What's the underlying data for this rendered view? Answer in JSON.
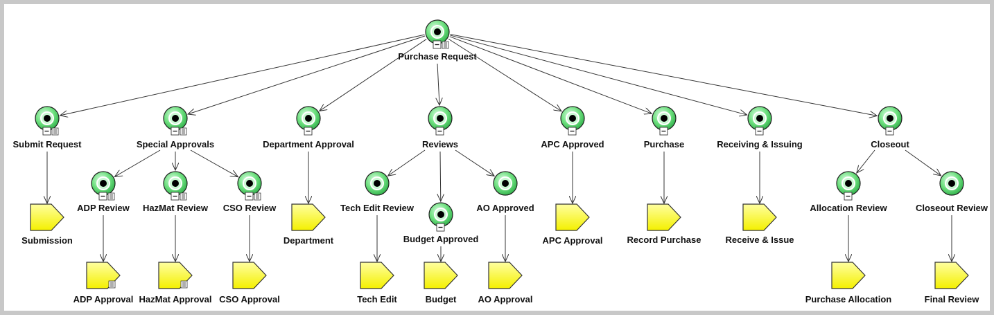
{
  "colors": {
    "node_green": "#4fd36a",
    "node_green_light": "#c9f7d2",
    "node_ring": "#1e1e1e",
    "doc_yellow": "#ffff4d",
    "doc_border": "#333333",
    "edge": "#333333",
    "frame": "#c8c8c8"
  },
  "nodes": [
    {
      "id": "purchase_request",
      "label": "Purchase Request",
      "kind": "state",
      "minus": true,
      "badge": true
    },
    {
      "id": "submit_request",
      "label": "Submit Request",
      "kind": "state",
      "minus": true,
      "badge": true
    },
    {
      "id": "special_approvals",
      "label": "Special Approvals",
      "kind": "state",
      "minus": true,
      "badge": true
    },
    {
      "id": "department_approval",
      "label": "Department Approval",
      "kind": "state",
      "minus": true,
      "badge": false
    },
    {
      "id": "reviews",
      "label": "Reviews",
      "kind": "state",
      "minus": true,
      "badge": false
    },
    {
      "id": "apc_approved",
      "label": "APC Approved",
      "kind": "state",
      "minus": true,
      "badge": false
    },
    {
      "id": "purchase",
      "label": "Purchase",
      "kind": "state",
      "minus": true,
      "badge": false
    },
    {
      "id": "receiving_issuing",
      "label": "Receiving & Issuing",
      "kind": "state",
      "minus": true,
      "badge": false
    },
    {
      "id": "closeout",
      "label": "Closeout",
      "kind": "state",
      "minus": true,
      "badge": false
    },
    {
      "id": "adp_review",
      "label": "ADP Review",
      "kind": "state",
      "minus": true,
      "badge": true
    },
    {
      "id": "hazmat_review",
      "label": "HazMat Review",
      "kind": "state",
      "minus": true,
      "badge": true
    },
    {
      "id": "cso_review",
      "label": "CSO Review",
      "kind": "state",
      "minus": true,
      "badge": true
    },
    {
      "id": "tech_edit_review",
      "label": "Tech Edit Review",
      "kind": "state",
      "minus": false,
      "badge": false
    },
    {
      "id": "budget_approved",
      "label": "Budget Approved",
      "kind": "state",
      "minus": true,
      "badge": false
    },
    {
      "id": "ao_approved",
      "label": "AO Approved",
      "kind": "state",
      "minus": false,
      "badge": false
    },
    {
      "id": "allocation_review",
      "label": "Allocation Review",
      "kind": "state",
      "minus": true,
      "badge": false
    },
    {
      "id": "closeout_review",
      "label": "Closeout Review",
      "kind": "state",
      "minus": false,
      "badge": false
    },
    {
      "id": "submission",
      "label": "Submission",
      "kind": "doc",
      "badge": false
    },
    {
      "id": "department",
      "label": "Department",
      "kind": "doc",
      "badge": false
    },
    {
      "id": "apc_approval",
      "label": "APC Approval",
      "kind": "doc",
      "badge": false
    },
    {
      "id": "record_purchase",
      "label": "Record Purchase",
      "kind": "doc",
      "badge": false
    },
    {
      "id": "receive_issue",
      "label": "Receive & Issue",
      "kind": "doc",
      "badge": false
    },
    {
      "id": "adp_approval",
      "label": "ADP Approval",
      "kind": "doc",
      "badge": true
    },
    {
      "id": "hazmat_approval",
      "label": "HazMat Approval",
      "kind": "doc",
      "badge": true
    },
    {
      "id": "cso_approval",
      "label": "CSO Approval",
      "kind": "doc",
      "badge": false
    },
    {
      "id": "tech_edit",
      "label": "Tech Edit",
      "kind": "doc",
      "badge": false
    },
    {
      "id": "budget",
      "label": "Budget",
      "kind": "doc",
      "badge": false
    },
    {
      "id": "ao_approval",
      "label": "AO Approval",
      "kind": "doc",
      "badge": false
    },
    {
      "id": "purchase_allocation",
      "label": "Purchase Allocation",
      "kind": "doc",
      "badge": false
    },
    {
      "id": "final_review",
      "label": "Final Review",
      "kind": "doc",
      "badge": false
    }
  ],
  "edges": [
    [
      "purchase_request",
      "submit_request"
    ],
    [
      "purchase_request",
      "special_approvals"
    ],
    [
      "purchase_request",
      "department_approval"
    ],
    [
      "purchase_request",
      "reviews"
    ],
    [
      "purchase_request",
      "apc_approved"
    ],
    [
      "purchase_request",
      "purchase"
    ],
    [
      "purchase_request",
      "receiving_issuing"
    ],
    [
      "purchase_request",
      "closeout"
    ],
    [
      "submit_request",
      "submission"
    ],
    [
      "special_approvals",
      "adp_review"
    ],
    [
      "special_approvals",
      "hazmat_review"
    ],
    [
      "special_approvals",
      "cso_review"
    ],
    [
      "department_approval",
      "department"
    ],
    [
      "reviews",
      "tech_edit_review"
    ],
    [
      "reviews",
      "budget_approved"
    ],
    [
      "reviews",
      "ao_approved"
    ],
    [
      "apc_approved",
      "apc_approval"
    ],
    [
      "purchase",
      "record_purchase"
    ],
    [
      "receiving_issuing",
      "receive_issue"
    ],
    [
      "closeout",
      "allocation_review"
    ],
    [
      "closeout",
      "closeout_review"
    ],
    [
      "adp_review",
      "adp_approval"
    ],
    [
      "hazmat_review",
      "hazmat_approval"
    ],
    [
      "cso_review",
      "cso_approval"
    ],
    [
      "tech_edit_review",
      "tech_edit"
    ],
    [
      "budget_approved",
      "budget"
    ],
    [
      "ao_approved",
      "ao_approval"
    ],
    [
      "allocation_review",
      "purchase_allocation"
    ],
    [
      "closeout_review",
      "final_review"
    ]
  ]
}
